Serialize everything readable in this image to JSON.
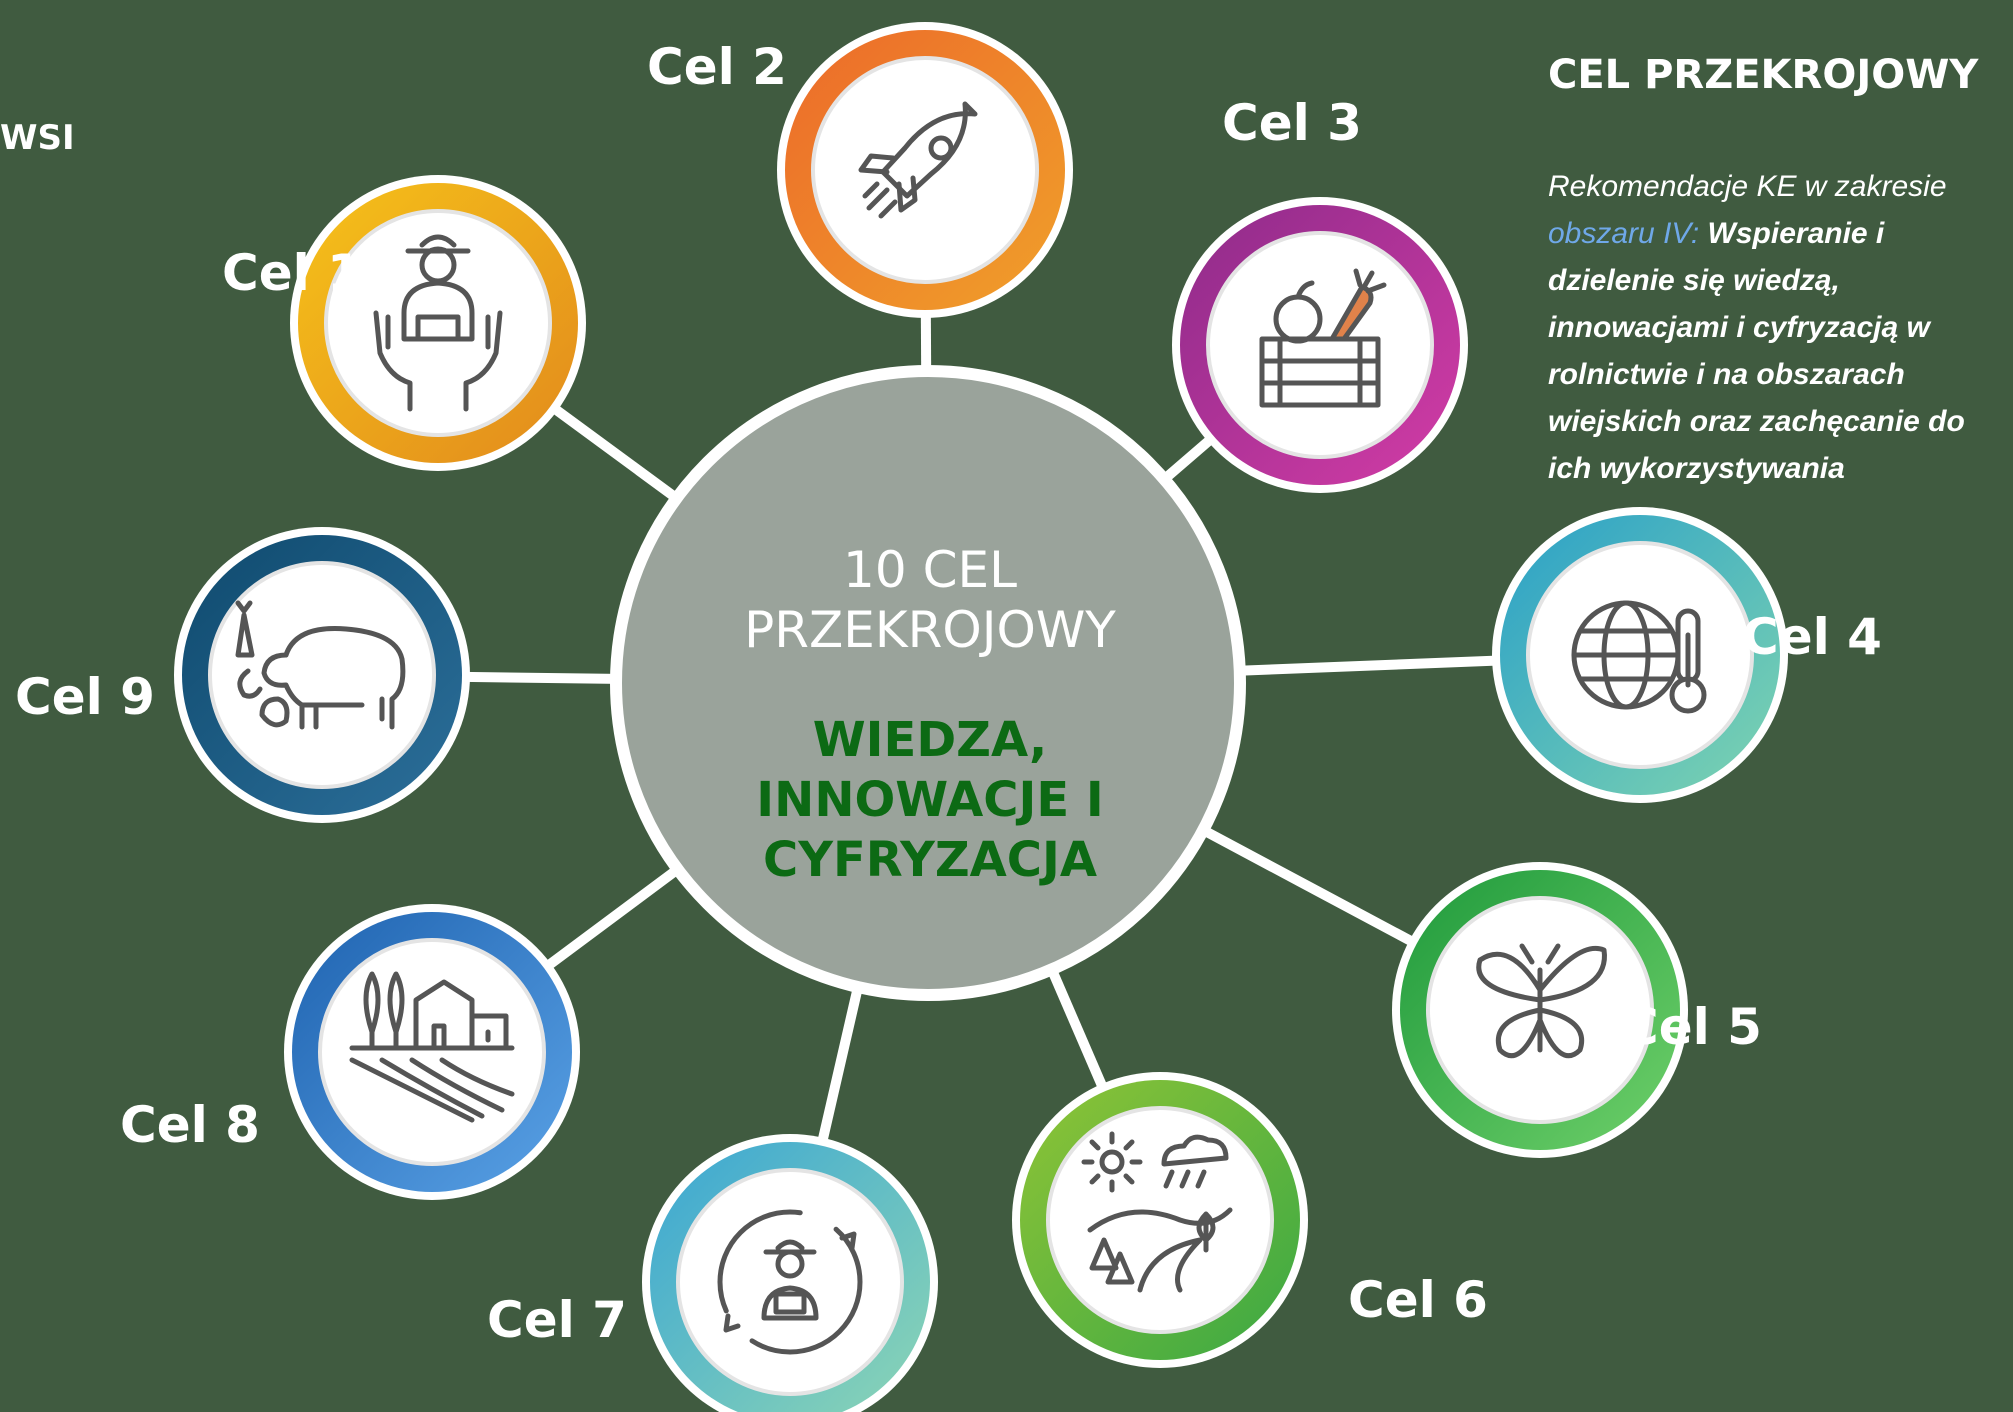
{
  "left_fragment": "WSI",
  "center": {
    "title": "10 CEL PRZEKROJOWY",
    "theme": "WIEDZA, INNOWACJE I CYFRYZACJA"
  },
  "goals": [
    {
      "label": "Cel 1",
      "icon": "farmer-hands-icon",
      "colors": [
        "#f6c21a",
        "#e28a1c"
      ]
    },
    {
      "label": "Cel 2",
      "icon": "rocket-icon",
      "colors": [
        "#ec6a2a",
        "#f0a02a"
      ]
    },
    {
      "label": "Cel 3",
      "icon": "vegetable-crate-icon",
      "colors": [
        "#8e2b8a",
        "#d33ca6"
      ]
    },
    {
      "label": "Cel 4",
      "icon": "globe-thermometer-icon",
      "colors": [
        "#2aa0c8",
        "#7fd4b0"
      ]
    },
    {
      "label": "Cel 5",
      "icon": "butterfly-leaf-icon",
      "colors": [
        "#1f9a3c",
        "#6fd06a"
      ]
    },
    {
      "label": "Cel 6",
      "icon": "landscape-weather-icon",
      "colors": [
        "#8fc436",
        "#3aa844"
      ]
    },
    {
      "label": "Cel 7",
      "icon": "farmer-cycle-icon",
      "colors": [
        "#3aa6d4",
        "#8ed6b4"
      ]
    },
    {
      "label": "Cel 8",
      "icon": "rural-house-field-icon",
      "colors": [
        "#1f63b0",
        "#5aa2e6"
      ]
    },
    {
      "label": "Cel 9",
      "icon": "livestock-icon",
      "colors": [
        "#0f4a6e",
        "#2c6f9a"
      ]
    }
  ],
  "panel": {
    "heading": "CEL PRZEKROJOWY",
    "intro": "Rekomendacje KE w zakresie ",
    "area": "obszaru IV",
    "colon": ": ",
    "body": "Wspieranie i dzielenie się wiedzą, innowacjami i cyfryzacją w rolnictwie i na obszarach wiejskich oraz zachęcanie do ich wykorzystywania"
  },
  "colors": {
    "background": "#405b40",
    "center_fill": "#9aa39b",
    "theme_text": "#0c6a14",
    "link_text": "#6fa8e8"
  }
}
